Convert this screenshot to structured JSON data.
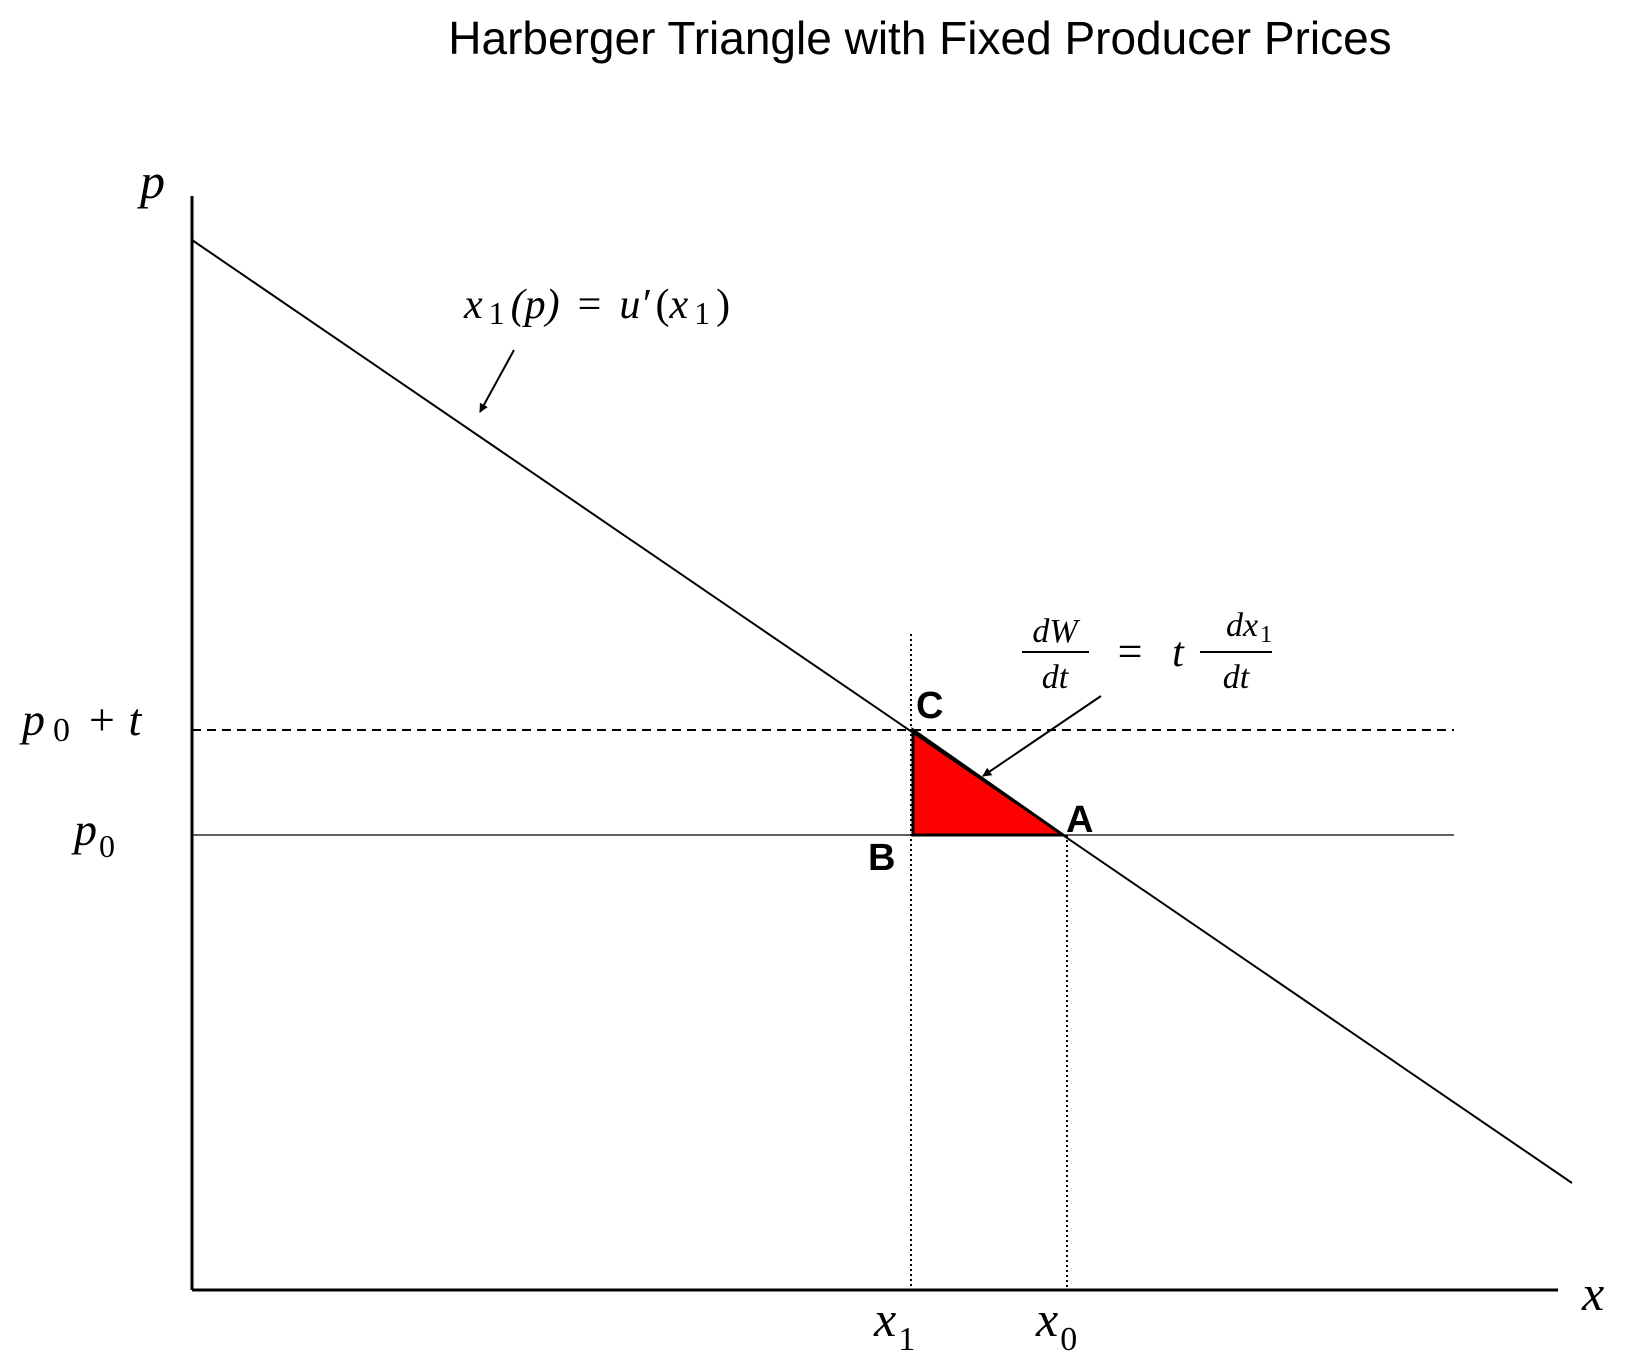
{
  "title": "Harberger Triangle with Fixed Producer Prices",
  "axes": {
    "y_label": "p",
    "x_label": "x"
  },
  "price_levels": {
    "upper": {
      "main": "p",
      "sub": "0",
      "suffix": "+ t"
    },
    "lower": {
      "main": "p",
      "sub": "0"
    }
  },
  "quantity_levels": {
    "left": {
      "main": "x",
      "sub": "1"
    },
    "right": {
      "main": "x",
      "sub": "0"
    }
  },
  "demand_label": {
    "lhs_var": "x",
    "lhs_sub": "1",
    "lhs_arg": "(p)",
    "eq": "=",
    "rhs_func": "u′",
    "rhs_open": "(",
    "rhs_var": "x",
    "rhs_sub": "1",
    "rhs_close": ")"
  },
  "welfare_formula": {
    "lhs_num": "dW",
    "lhs_den": "dt",
    "eq": "=",
    "coef": "t",
    "rhs_num_var": "dx",
    "rhs_num_sub": "1",
    "rhs_den": "dt"
  },
  "points": {
    "A": "A",
    "B": "B",
    "C": "C"
  },
  "colors": {
    "triangle_fill": "#ff0000",
    "line": "#000000"
  }
}
